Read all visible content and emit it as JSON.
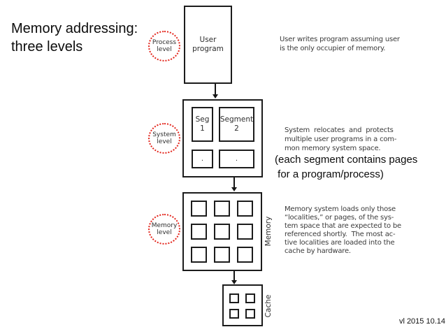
{
  "colors": {
    "accent_red": "#e3251c",
    "diagram_ink": "#1c1c1c",
    "scan_text": "#3a3a3a"
  },
  "title": "Memory addressing:\nthree levels",
  "footer": "vl 2015 10.14",
  "levels": {
    "process": {
      "badge": "Process\nlevel",
      "box_label": "User\nprogram",
      "note": "User writes program assuming user\nis the only occupier of memory."
    },
    "system": {
      "badge": "System\nlevel",
      "seg1_label": "Seg\n1",
      "seg2_label": "Segment\n2",
      "page_dot": ".",
      "note": "System  relocates  and  protects\nmultiple user programs in a com-\nmon memory system space.",
      "annotation": "(each segment contains pages\n for a program/process)"
    },
    "memory": {
      "badge": "Memory\nlevel",
      "side_label": "Memory",
      "note": "Memory system loads only those\n“localities,” or pages, of the sys-\ntem space that are expected to be\nreferenced shortly.  The most ac-\ntive localities are loaded into the\ncache by hardware."
    },
    "cache": {
      "side_label": "Cache"
    }
  }
}
